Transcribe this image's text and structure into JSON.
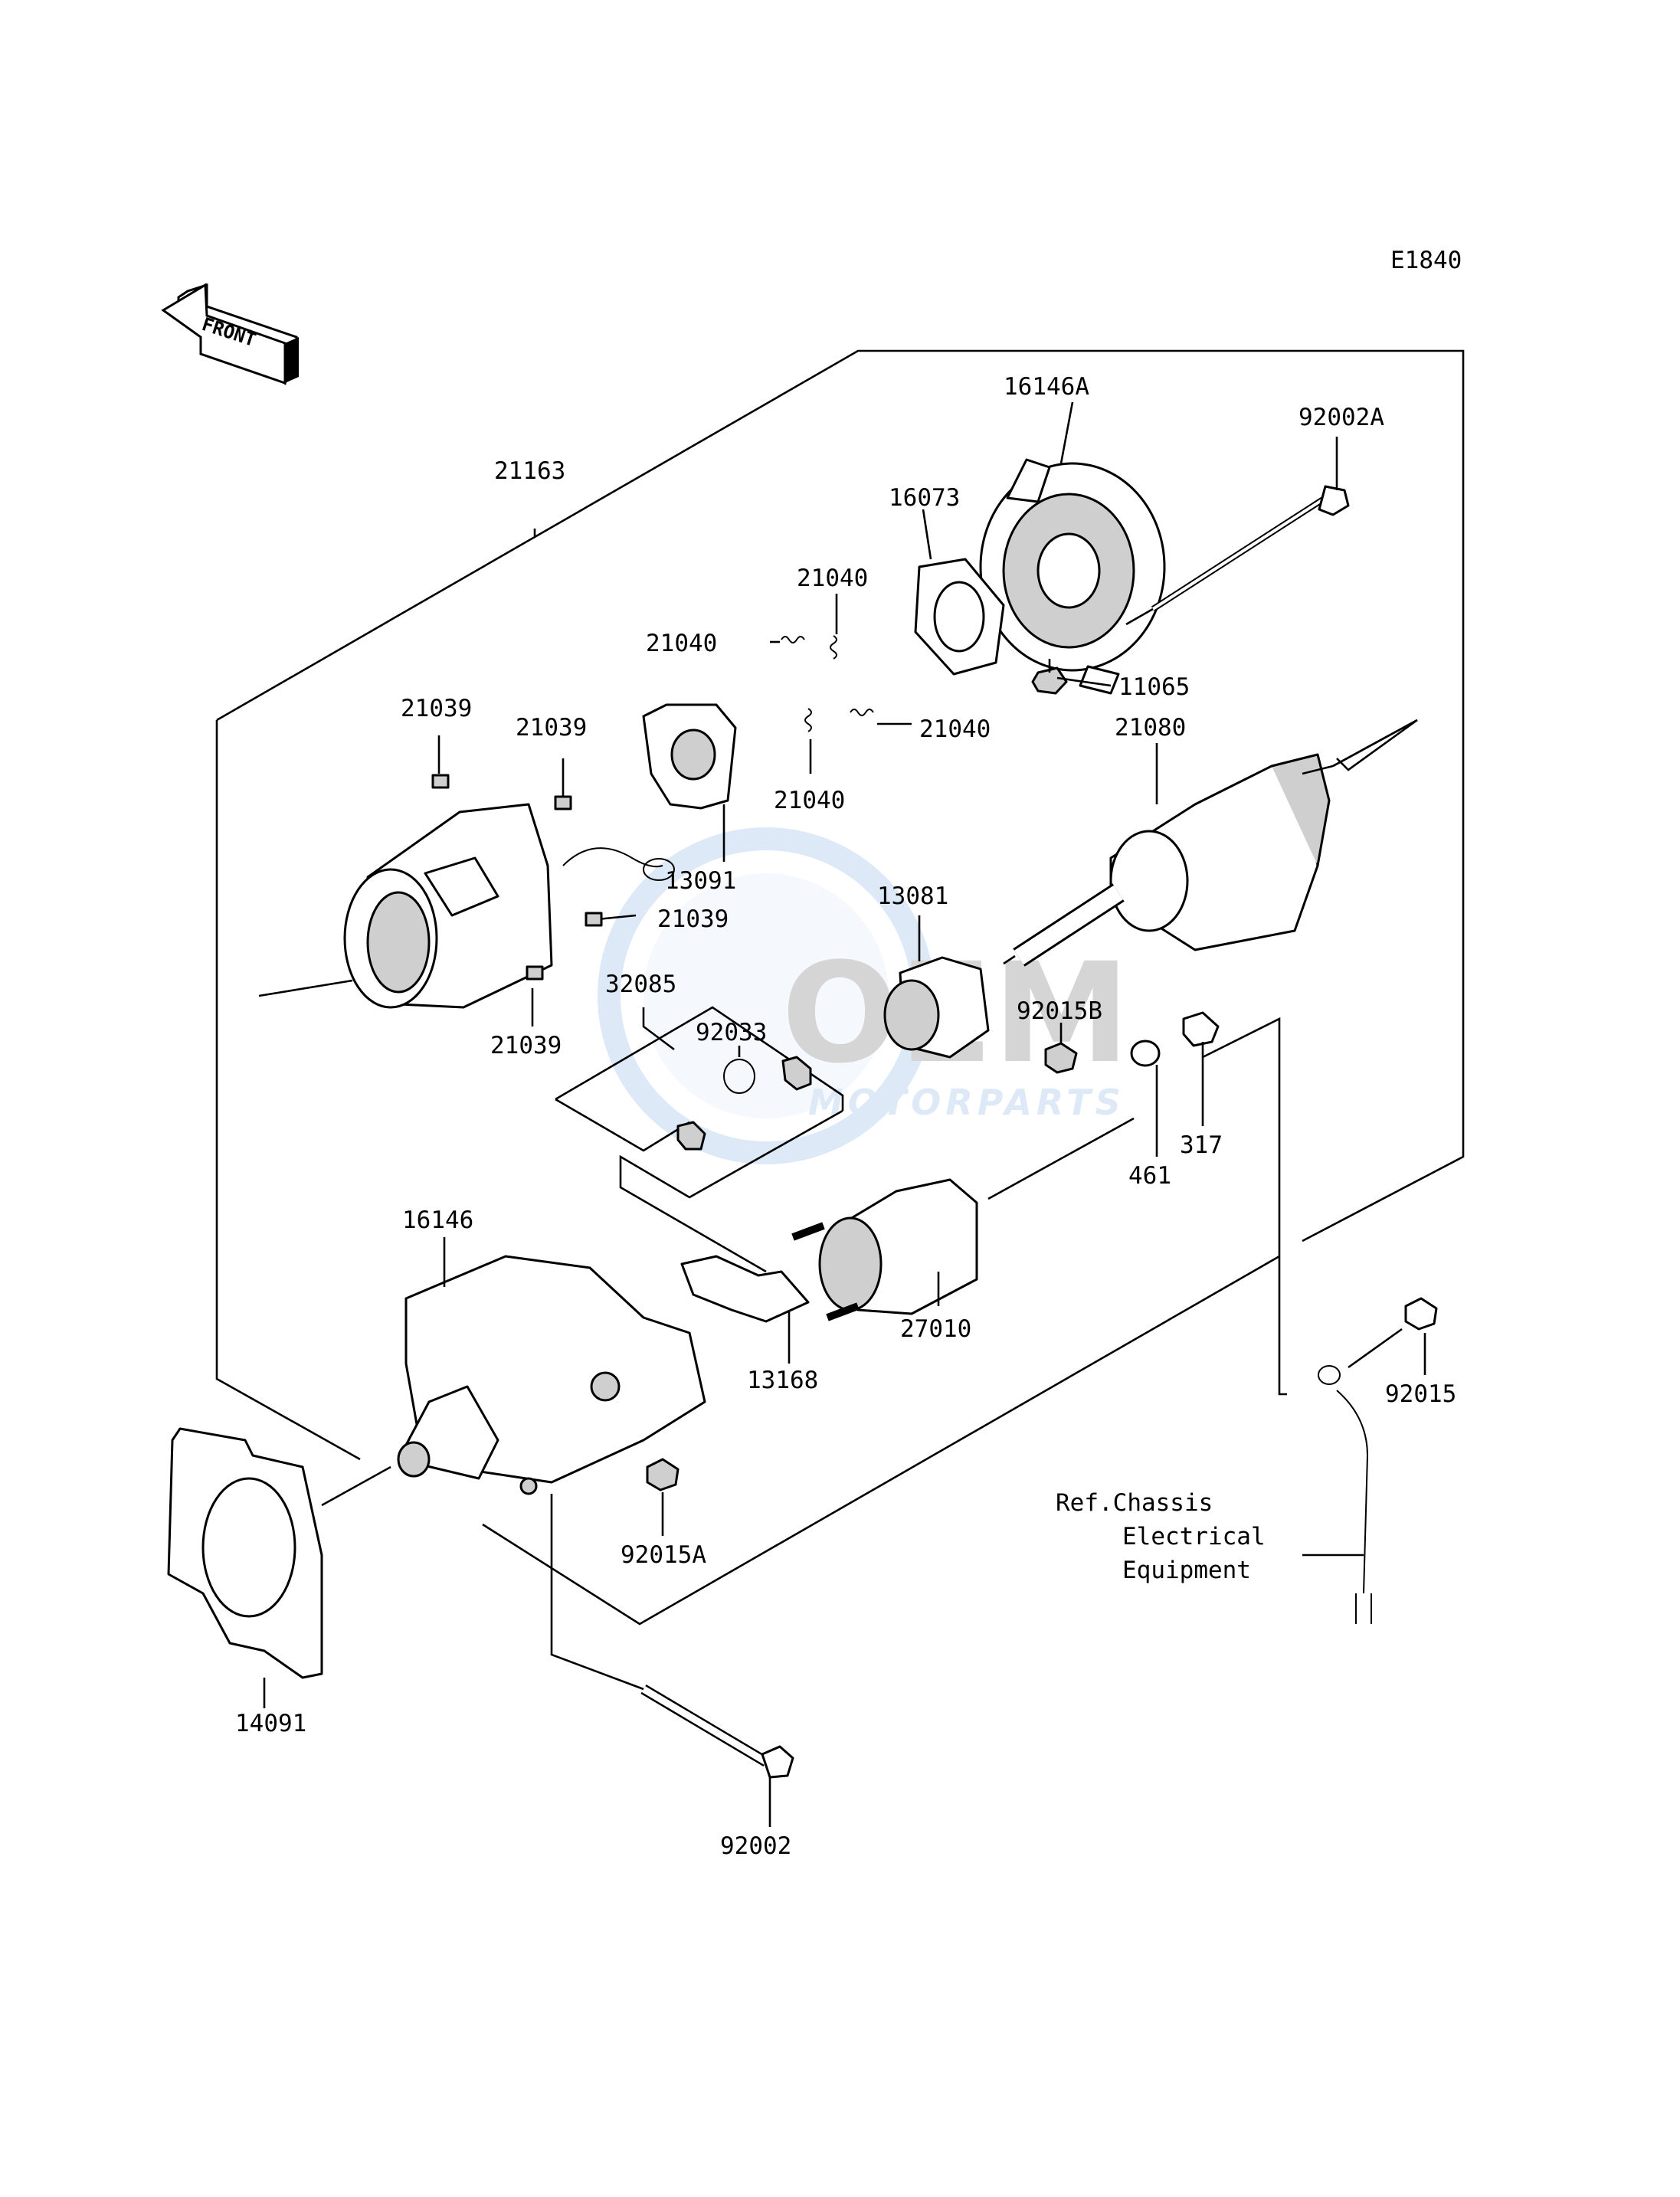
{
  "diagram_code": "E1840",
  "front_label": "FRONT",
  "watermark": {
    "main": "OEM",
    "sub": "MOTORPARTS"
  },
  "parts": [
    {
      "id": "p-16146a",
      "label": "16146A"
    },
    {
      "id": "p-92002a",
      "label": "92002A"
    },
    {
      "id": "p-16073",
      "label": "16073"
    },
    {
      "id": "p-21163",
      "label": "21163"
    },
    {
      "id": "p-21040-a",
      "label": "21040"
    },
    {
      "id": "p-21040-b",
      "label": "21040"
    },
    {
      "id": "p-11065",
      "label": "11065"
    },
    {
      "id": "p-21039-a",
      "label": "21039"
    },
    {
      "id": "p-21039-b",
      "label": "21039"
    },
    {
      "id": "p-21040-c",
      "label": "21040"
    },
    {
      "id": "p-21080",
      "label": "21080"
    },
    {
      "id": "p-21040-d",
      "label": "21040"
    },
    {
      "id": "p-13091",
      "label": "13091"
    },
    {
      "id": "p-13081",
      "label": "13081"
    },
    {
      "id": "p-21039-c",
      "label": "21039"
    },
    {
      "id": "p-32085",
      "label": "32085"
    },
    {
      "id": "p-92015b",
      "label": "92015B"
    },
    {
      "id": "p-92033",
      "label": "92033"
    },
    {
      "id": "p-21039-d",
      "label": "21039"
    },
    {
      "id": "p-317",
      "label": "317"
    },
    {
      "id": "p-461",
      "label": "461"
    },
    {
      "id": "p-16146",
      "label": "16146"
    },
    {
      "id": "p-27010",
      "label": "27010"
    },
    {
      "id": "p-13168",
      "label": "13168"
    },
    {
      "id": "p-92015",
      "label": "92015"
    },
    {
      "id": "p-92015a",
      "label": "92015A"
    },
    {
      "id": "p-14091",
      "label": "14091"
    },
    {
      "id": "p-92002",
      "label": "92002"
    }
  ],
  "reference_note": [
    "Ref.Chassis",
    "Electrical",
    "Equipment"
  ]
}
